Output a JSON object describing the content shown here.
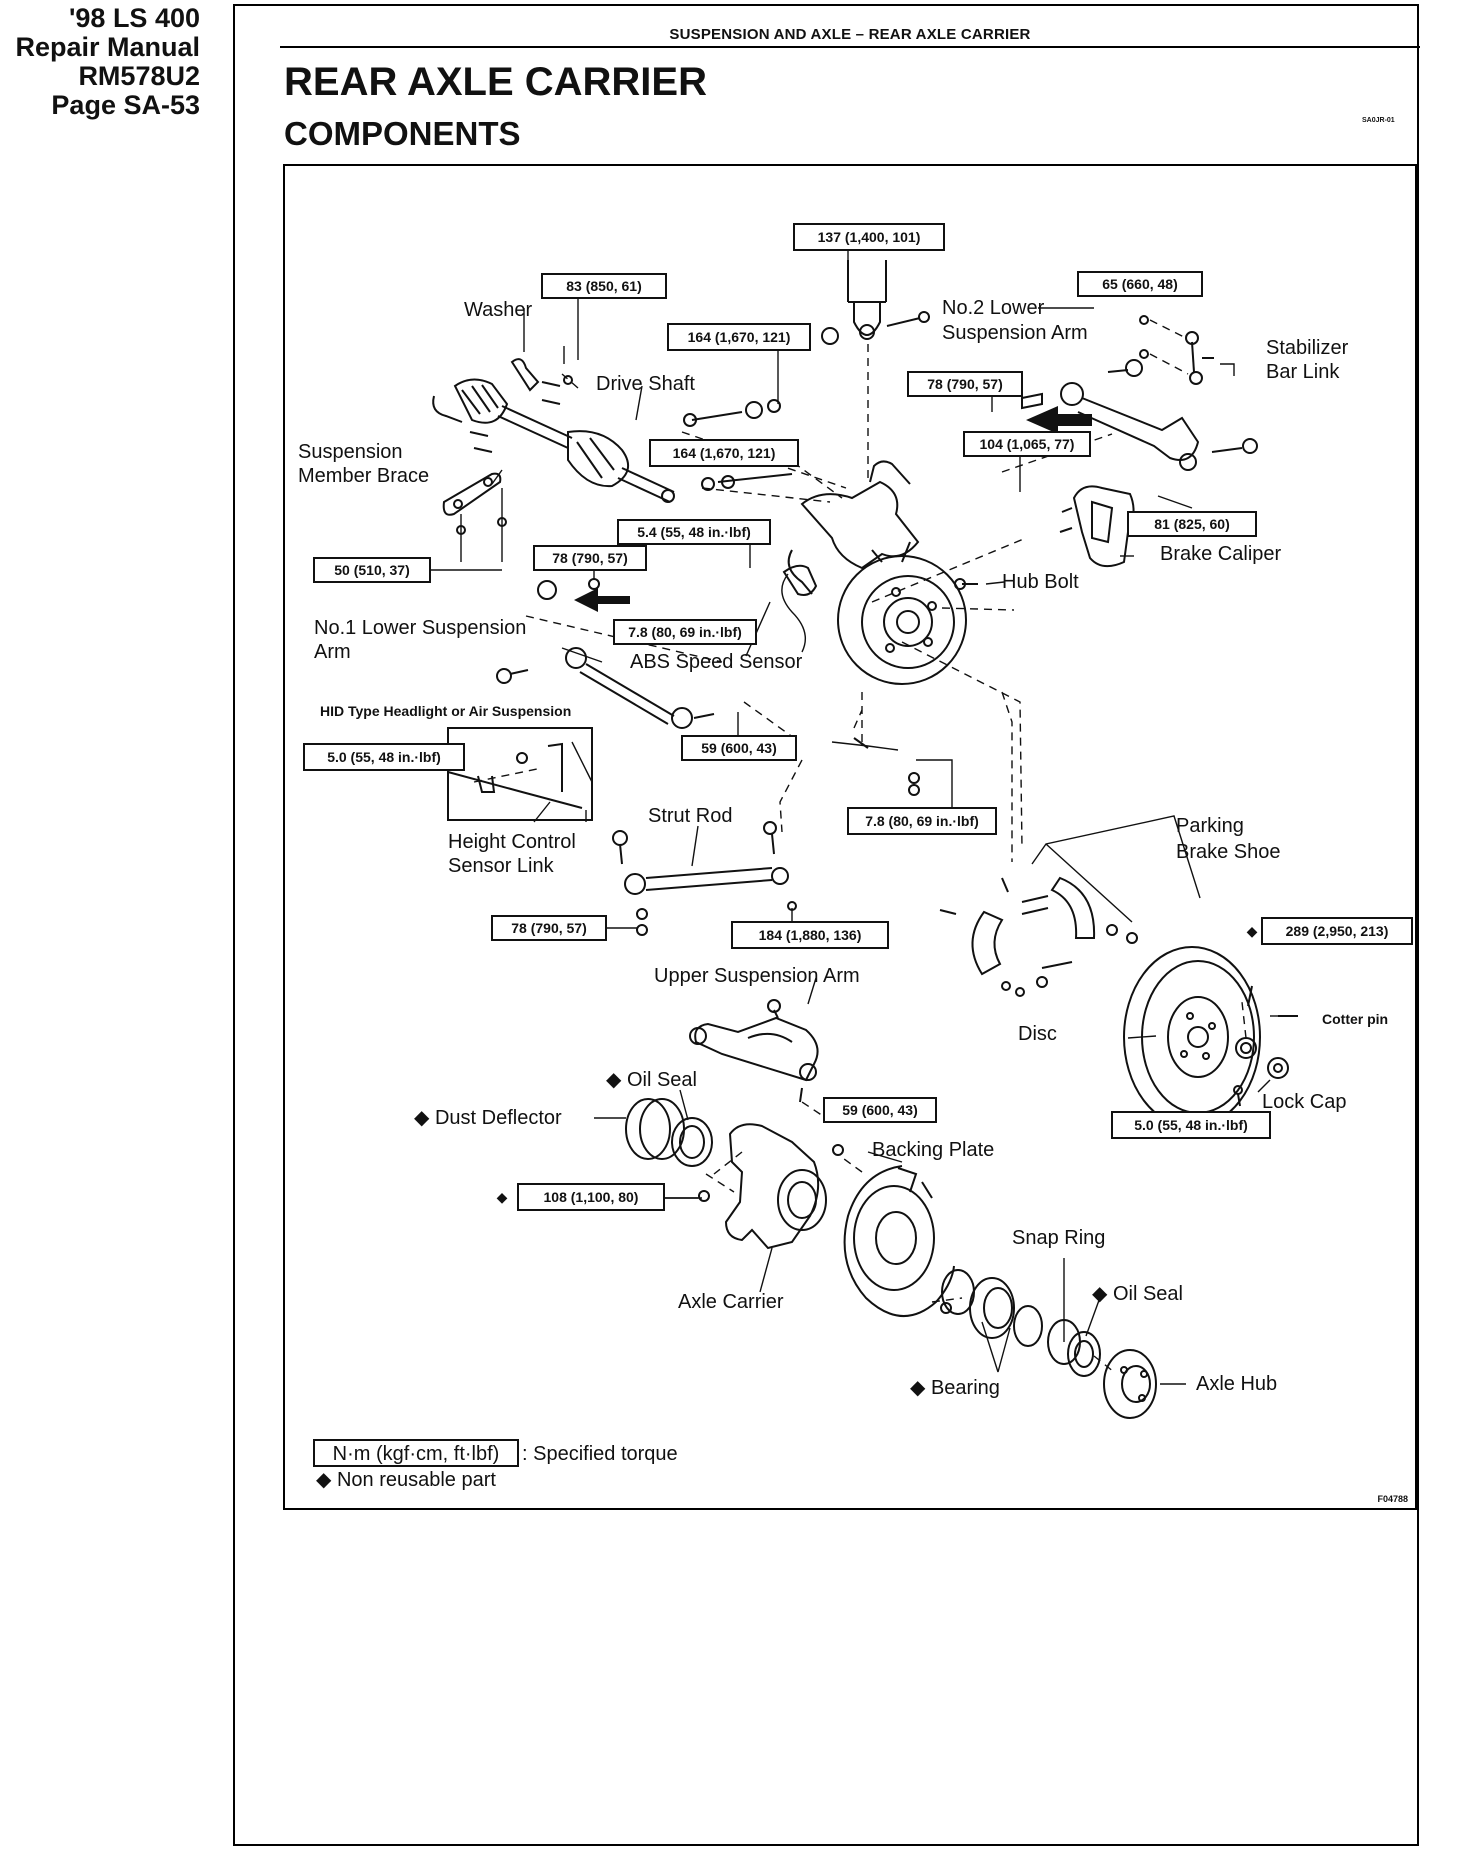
{
  "sidebar": {
    "line1": "'98 LS 400",
    "line2": "Repair Manual",
    "line3": "RM578U2",
    "line4": "Page SA-53"
  },
  "header": {
    "running_head": "SUSPENSION AND AXLE  –  REAR AXLE CARRIER",
    "title": "REAR AXLE CARRIER",
    "subtitle": "COMPONENTS",
    "code": "SA0JR-01"
  },
  "labels": {
    "washer": "Washer",
    "drive_shaft": "Drive Shaft",
    "susp_member_brace_1": "Suspension",
    "susp_member_brace_2": "Member Brace",
    "no2_lower_arm_1": "No.2 Lower",
    "no2_lower_arm_2": "Suspension Arm",
    "stabilizer_1": "Stabilizer",
    "stabilizer_2": "Bar Link",
    "brake_caliper": "Brake Caliper",
    "hub_bolt": "Hub Bolt",
    "no1_lower_arm_1": "No.1 Lower Suspension",
    "no1_lower_arm_2": "Arm",
    "abs_sensor": "ABS Speed Sensor",
    "hid_note": "HID Type Headlight or Air Suspension",
    "height_control_1": "Height Control",
    "height_control_2": "Sensor Link",
    "strut_rod": "Strut Rod",
    "parking_brake_1": "Parking",
    "parking_brake_2": "Brake Shoe",
    "upper_arm": "Upper Suspension Arm",
    "oil_seal_upper": "Oil Seal",
    "dust_deflector": "Dust Deflector",
    "cotter_pin": "Cotter pin",
    "disc": "Disc",
    "lock_cap": "Lock Cap",
    "backing_plate": "Backing Plate",
    "snap_ring": "Snap Ring",
    "oil_seal_lower": "Oil Seal",
    "axle_carrier": "Axle Carrier",
    "bearing": "Bearing",
    "axle_hub": "Axle Hub"
  },
  "torques": {
    "t137": "137 (1,400, 101)",
    "t83": "83 (850, 61)",
    "t65": "65 (660, 48)",
    "t164a": "164 (1,670, 121)",
    "t78a": "78 (790, 57)",
    "t164b": "164 (1,670, 121)",
    "t104": "104 (1,065, 77)",
    "t54a": "5.4 (55, 48 in.·lbf)",
    "t81": "81 (825, 60)",
    "t50": "50 (510, 37)",
    "t78b": "78 (790, 57)",
    "t78c": "7.8 (80, 69 in.·lbf)",
    "t50b": "5.0 (55, 48 in.·lbf)",
    "t59a": "59 (600, 43)",
    "t78d": "7.8 (80, 69 in.·lbf)",
    "t78e": "78 (790, 57)",
    "t184": "184 (1,880, 136)",
    "t289": "289 (2,950, 213)",
    "t59b": "59 (600, 43)",
    "t50c": "5.0 (55, 48 in.·lbf)",
    "t108": "108 (1,100, 80)"
  },
  "legend": {
    "unit": "N·m (kgf·cm, ft·lbf)",
    "unit_desc": ": Specified torque",
    "non_reusable": "Non reusable part",
    "diamond": "◆"
  },
  "figure_code": "F04788"
}
